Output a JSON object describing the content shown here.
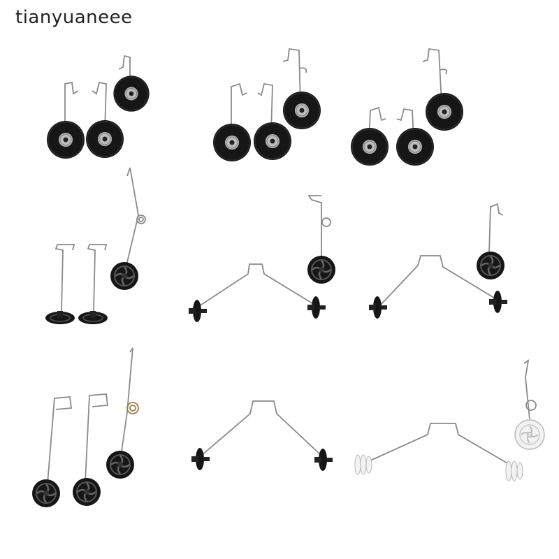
{
  "watermark": {
    "text": "tianyuaneee"
  },
  "colors": {
    "wire": "#8a8a8a",
    "tire_black": "#161616",
    "hub_dark": "#303030",
    "hub_light": "#bdbdbd",
    "tire_white": "#eeeeee",
    "outline_white": "#b8b8b8"
  },
  "products": [
    {
      "label": "foam-tire-gear-set"
    },
    {
      "label": "foam-tire-gear-set"
    },
    {
      "label": "foam-tire-gear-set"
    },
    {
      "label": "small-wheel-gear-set"
    },
    {
      "label": "bent-axle-gear-set"
    },
    {
      "label": "bent-axle-gear-set"
    },
    {
      "label": "spoked-wheel-gear-set"
    },
    {
      "label": "bent-axle-gear"
    },
    {
      "label": "white-wheel-gear-set"
    }
  ]
}
